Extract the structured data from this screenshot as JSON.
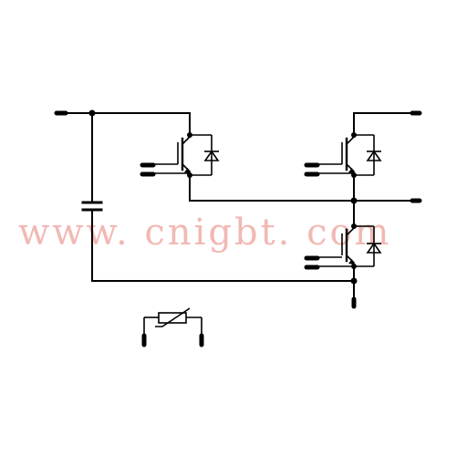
{
  "watermark": "www. cnigbt. com",
  "colors": {
    "wire": "#000000",
    "watermark": "#f1b9b4",
    "background": "#ffffff"
  },
  "components": [
    {
      "type": "igbt-with-diode",
      "role": "left-upper-switch"
    },
    {
      "type": "igbt-with-diode",
      "role": "right-upper-switch"
    },
    {
      "type": "igbt-with-diode",
      "role": "right-lower-switch"
    },
    {
      "type": "capacitor",
      "role": "dc-link-capacitor"
    },
    {
      "type": "thermistor",
      "role": "ntc-sensor"
    }
  ]
}
